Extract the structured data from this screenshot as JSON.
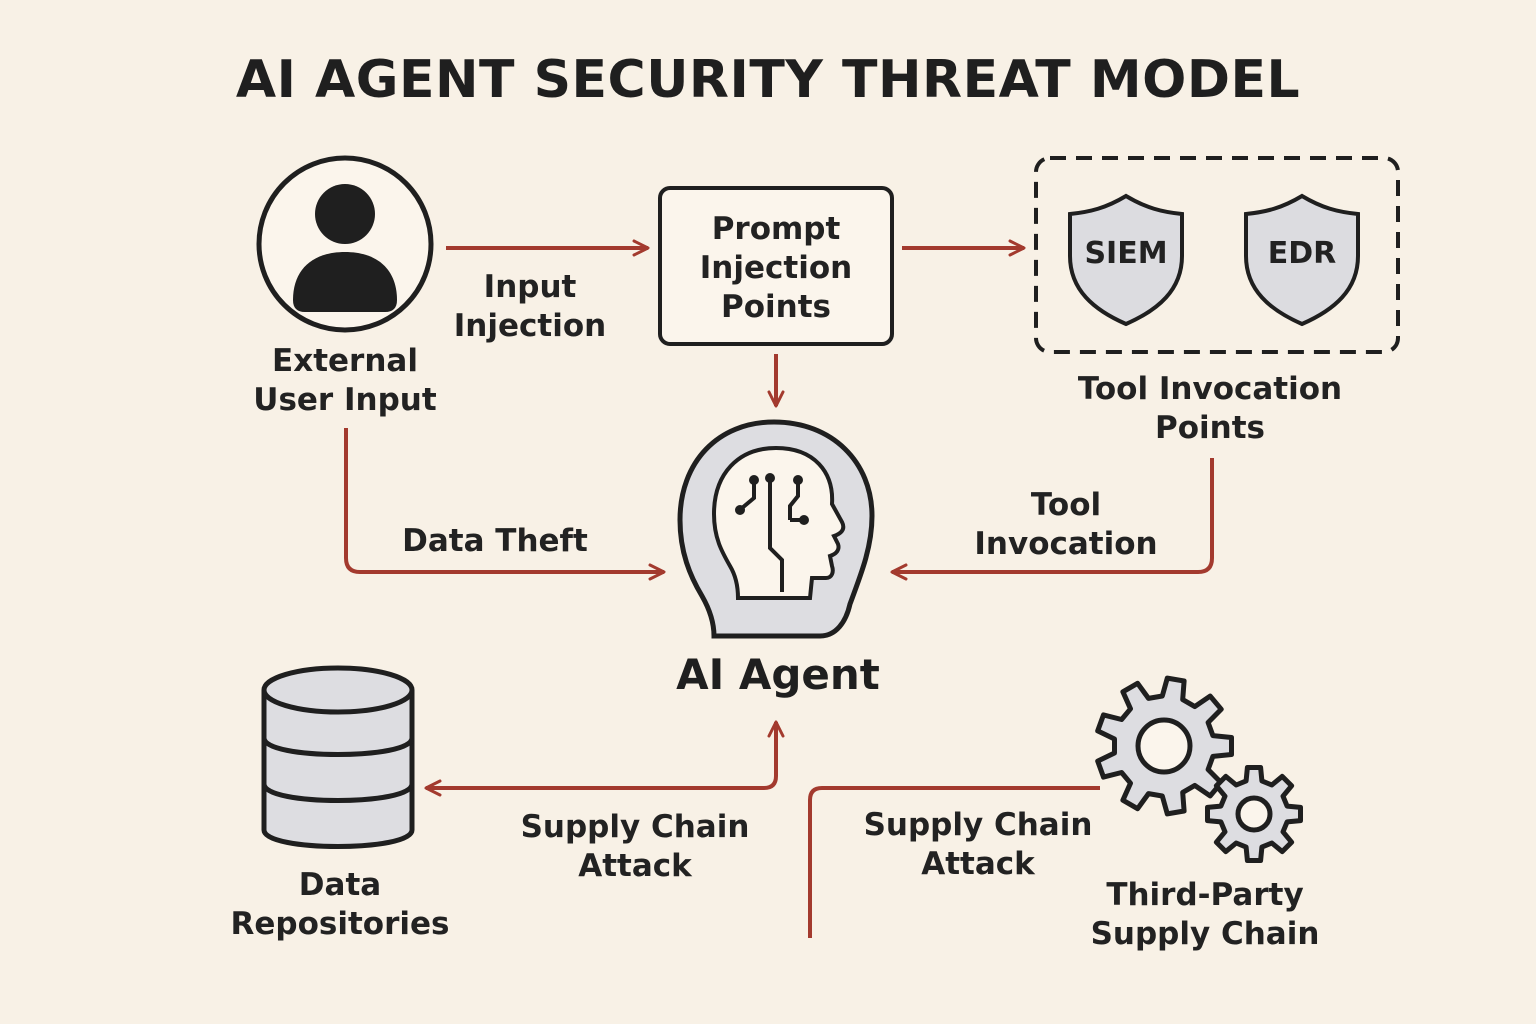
{
  "title": "AI AGENT SECURITY THREAT MODEL",
  "colors": {
    "background": "#f8f1e6",
    "arrow": "#a33a2e",
    "ink": "#1f1f1f",
    "icon_fill": "#e1e1e3"
  },
  "nodes": {
    "external_user": {
      "icon": "user-icon",
      "lines": [
        "External",
        "User Input"
      ]
    },
    "prompt_injection": {
      "lines": [
        "Prompt",
        "Injection",
        "Points"
      ]
    },
    "tool_invocation_points": {
      "lines": [
        "Tool Invocation",
        "Points"
      ],
      "siem": "SIEM",
      "edr": "EDR",
      "icon": "shield-icon"
    },
    "ai_agent": {
      "icon": "ai-head-icon",
      "label": "AI Agent"
    },
    "data_repositories": {
      "icon": "database-icon",
      "lines": [
        "Data",
        "Repositories"
      ]
    },
    "third_party": {
      "icon": "gears-icon",
      "lines": [
        "Third-Party",
        "Supply Chain"
      ]
    }
  },
  "edges": {
    "input_injection": {
      "lines": [
        "Input",
        "Injection"
      ]
    },
    "data_theft": {
      "lines": [
        "Data Theft"
      ]
    },
    "tool_invocation": {
      "lines": [
        "Tool",
        "Invocation"
      ]
    },
    "supply_chain_left": {
      "lines": [
        "Supply Chain",
        "Attack"
      ]
    },
    "supply_chain_right": {
      "lines": [
        "Supply Chain",
        "Attack"
      ]
    }
  }
}
